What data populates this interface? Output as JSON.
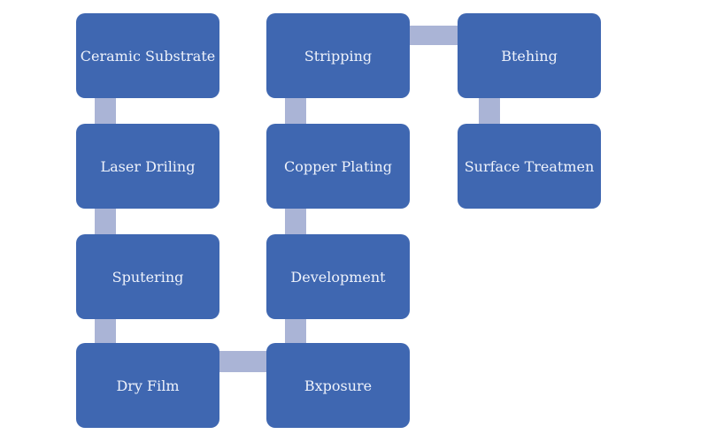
{
  "diagram": {
    "type": "process-flow",
    "colors": {
      "box_fill": "#3f67b1",
      "box_text": "#eef2fb",
      "connector": "#aab4d6",
      "background": "#ffffff"
    },
    "steps": [
      {
        "id": "s1",
        "label": "Ceramic Substrate"
      },
      {
        "id": "s2",
        "label": "Laser Driling"
      },
      {
        "id": "s3",
        "label": "Sputering"
      },
      {
        "id": "s4",
        "label": "Dry Film"
      },
      {
        "id": "s5",
        "label": "Bxposure"
      },
      {
        "id": "s6",
        "label": "Development"
      },
      {
        "id": "s7",
        "label": "Copper Plating"
      },
      {
        "id": "s8",
        "label": "Stripping"
      },
      {
        "id": "s9",
        "label": "Btehing"
      },
      {
        "id": "s10",
        "label": "Surface Treatmen"
      }
    ],
    "connections": [
      [
        "s1",
        "s2"
      ],
      [
        "s2",
        "s3"
      ],
      [
        "s3",
        "s4"
      ],
      [
        "s4",
        "s5"
      ],
      [
        "s5",
        "s6"
      ],
      [
        "s6",
        "s7"
      ],
      [
        "s7",
        "s8"
      ],
      [
        "s8",
        "s9"
      ],
      [
        "s9",
        "s10"
      ]
    ]
  }
}
